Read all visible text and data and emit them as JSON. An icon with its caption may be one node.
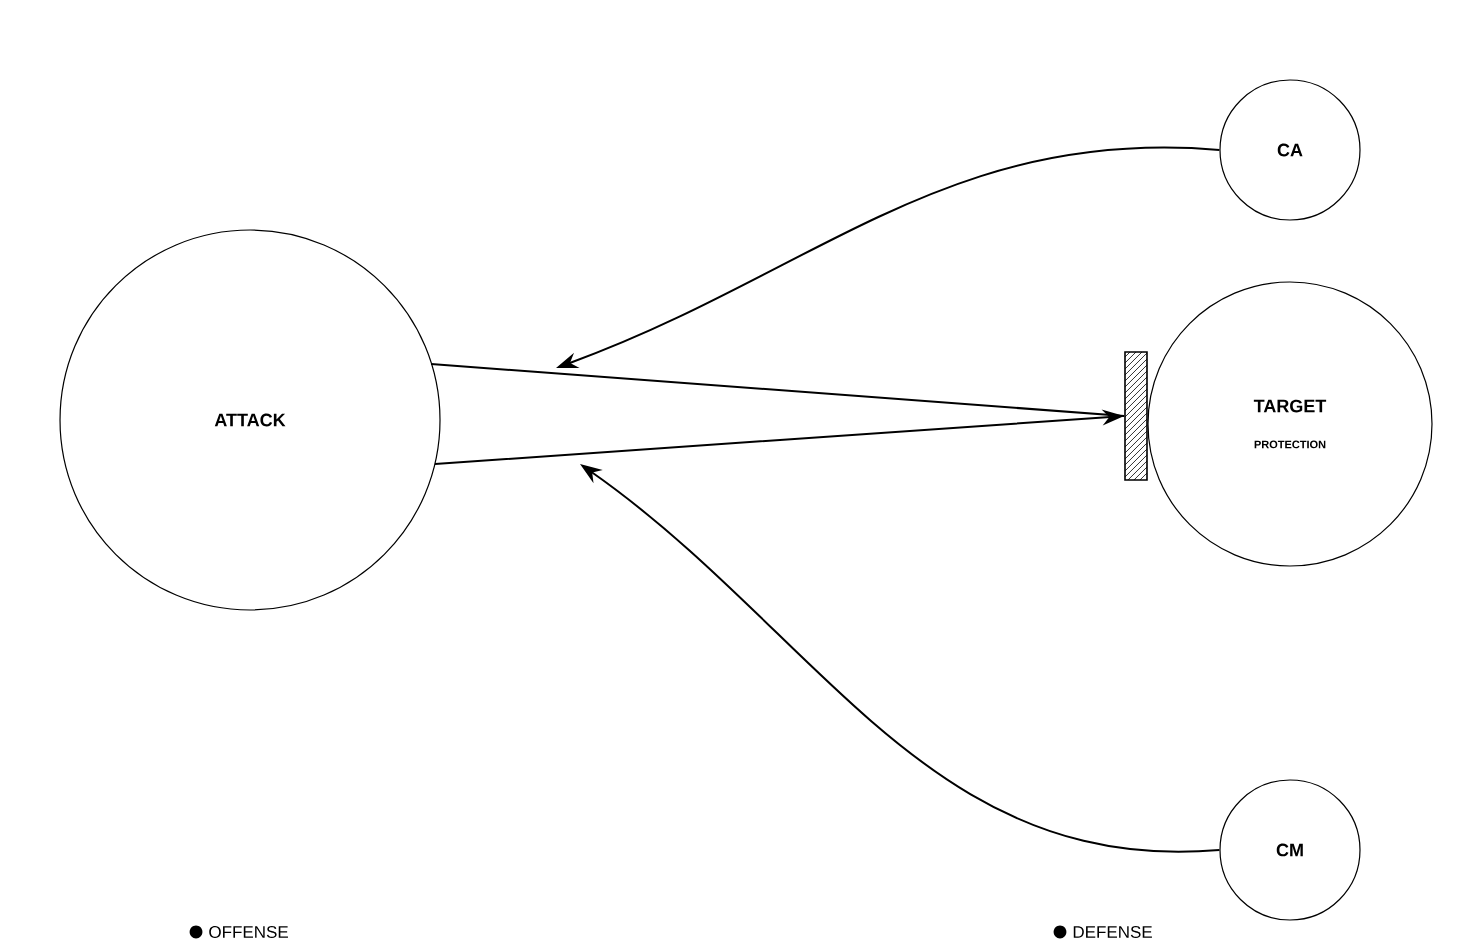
{
  "diagram": {
    "nodes": [
      {
        "text": [
          "CA"
        ]
      },
      {
        "text": [
          "ATTACK"
        ]
      },
      {
        "text": [],
        "shape": "bar"
      },
      {
        "text": [
          "TARGET",
          "PROTECTION"
        ]
      },
      {
        "text": [
          "CM"
        ]
      }
    ],
    "edges": [
      {
        "from": 0,
        "to": null,
        "arrow": "to"
      },
      {
        "from": 1,
        "to": 2,
        "arrow": "to"
      },
      {
        "from": 4,
        "to": null,
        "arrow": "to"
      }
    ],
    "legend": [
      {
        "text": "OFFENSE",
        "color": "#000000"
      },
      {
        "text": "DEFENSE",
        "color": "#000000"
      }
    ]
  }
}
